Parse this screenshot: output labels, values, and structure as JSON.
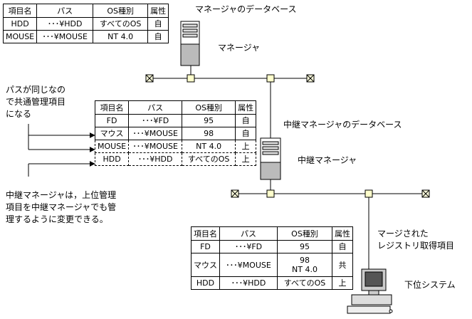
{
  "tables": {
    "manager": {
      "title": "マネージャのデータベース",
      "headers": [
        "項目名",
        "パス",
        "OS種別",
        "属性"
      ],
      "rows": [
        [
          "HDD",
          "･･･¥HDD",
          "すべてのOS",
          "自"
        ],
        [
          "MOUSE",
          "･･･¥MOUSE",
          "NT 4.0",
          "自"
        ]
      ]
    },
    "relay": {
      "title": "中継マネージャのデータベース",
      "headers": [
        "項目名",
        "パス",
        "OS種別",
        "属性"
      ],
      "rows": [
        [
          "FD",
          "･･･¥FD",
          "95",
          "自"
        ],
        [
          "マウス",
          "･･･¥MOUSE",
          "98",
          "自"
        ],
        [
          "MOUSE",
          "･･･¥MOUSE",
          "NT 4.0",
          "上"
        ],
        [
          "HDD",
          "･･･¥HDD",
          "すべてのOS",
          "上"
        ]
      ]
    },
    "lower": {
      "title_line1": "マージされた",
      "title_line2": "レジストリ取得項目",
      "headers": [
        "項目名",
        "パス",
        "OS種別",
        "属性"
      ],
      "rows": [
        [
          "FD",
          "･･･¥FD",
          "95",
          "自"
        ],
        [
          "マウス",
          "･･･¥MOUSE",
          "98",
          "NT 4.0",
          "共"
        ],
        [
          "HDD",
          "･･･¥HDD",
          "すべてのOS",
          "上"
        ]
      ]
    }
  },
  "labels": {
    "manager": "マネージャ",
    "relay_manager": "中継マネージャ",
    "lower_system": "下位システム"
  },
  "annotations": {
    "common": "パスが同じなの\nで共通管理項目\nになる",
    "relay_change": "中継マネージャは，上位管理\n項目を中継マネージャでも管\n理するように変更できる。"
  }
}
